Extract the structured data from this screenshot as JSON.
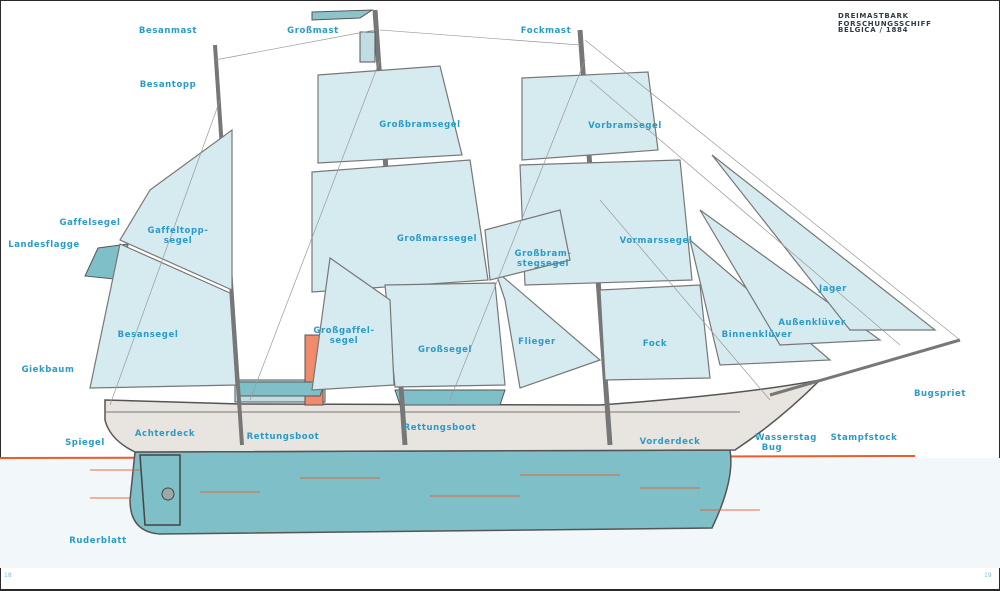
{
  "header": {
    "title": "DREIMASTBARK FORSCHUNGSSCHIFF",
    "subtitle": "BELGICA / 1884"
  },
  "labels": {
    "besanmast": "Besanmast",
    "besantopp": "Besantopp",
    "grossmast": "Großmast",
    "fockmast": "Fockmast",
    "grossbramsegel": "Großbramsegel",
    "vorbramsegel": "Vorbramsegel",
    "gaffelsegel": "Gaffelsegel",
    "gaffeltoppsegel_1": "Gaffeltopp-",
    "gaffeltoppsegel_2": "segel",
    "landesflagge": "Landesflagge",
    "grossmarssegel": "Großmarssegel",
    "vormarssegel": "Vormarssegel",
    "grossbramstegsegel_1": "Großbram-",
    "grossbramstegsegel_2": "stegsegel",
    "jager": "Jager",
    "aussenkluever": "Außenklüver",
    "besansegel": "Besansegel",
    "grossgaffelsegel_1": "Großgaffel-",
    "grossgaffelsegel_2": "segel",
    "grosssegel": "Großsegel",
    "flieger": "Flieger",
    "fock": "Fock",
    "binnenkluever": "Binnenklüver",
    "giekbaum": "Giekbaum",
    "bugspriet": "Bugspriet",
    "achterdeck": "Achterdeck",
    "rettungsboot_1": "Rettungsboot",
    "rettungsboot_2": "Rettungsboot",
    "vorderdeck": "Vorderdeck",
    "wasserstag": "Wasserstag",
    "stampfstock": "Stampfstock",
    "spiegel": "Spiegel",
    "bug": "Bug",
    "ruderblatt": "Ruderblatt"
  },
  "pages": {
    "left": "18",
    "right": "19"
  },
  "colors": {
    "label": "#2a9bc6",
    "sail": "#d6ebf0",
    "hull_water": "#7fbfc8",
    "deck": "#e8e4e0",
    "waterline": "#f05a2a"
  }
}
